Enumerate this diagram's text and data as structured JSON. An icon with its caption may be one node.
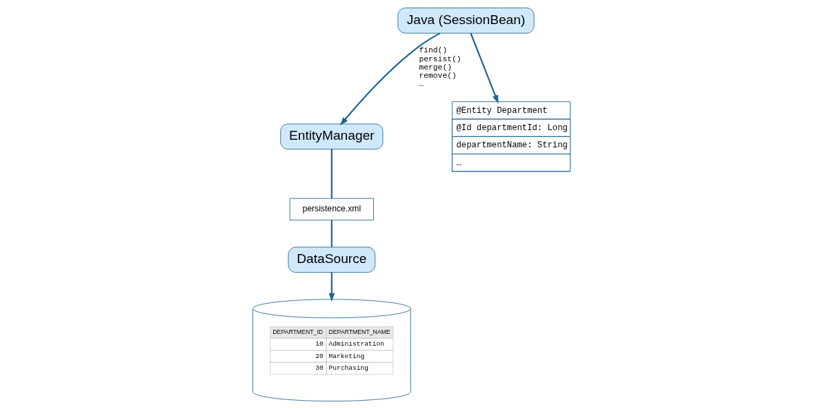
{
  "diagram": {
    "nodes": [
      {
        "text": [
          "Java (SessionBean)"
        ]
      },
      {
        "text": [
          "EntityManager"
        ]
      },
      {
        "text": [
          "persistence.xml"
        ]
      },
      {
        "text": [
          "DataSource"
        ]
      },
      {
        "text": [
          "DEPARTMENT_ID",
          "DEPARTMENT_NAME",
          "10",
          "Administration",
          "20",
          "Marketing",
          "30",
          "Purchasing"
        ]
      },
      {
        "text": [
          "@Entity Department",
          "@Id departmentId: Long",
          "departmentName: String",
          "…"
        ]
      }
    ],
    "edges": [
      {
        "from": 0,
        "to": 1,
        "arrow": "to",
        "label": "find() persist() merge() remove() …"
      },
      {
        "from": 0,
        "to": 5,
        "arrow": "to"
      },
      {
        "from": 1,
        "to": 2,
        "arrow": "none"
      },
      {
        "from": 2,
        "to": 3,
        "arrow": "none"
      },
      {
        "from": 3,
        "to": 4,
        "arrow": "to"
      }
    ]
  }
}
